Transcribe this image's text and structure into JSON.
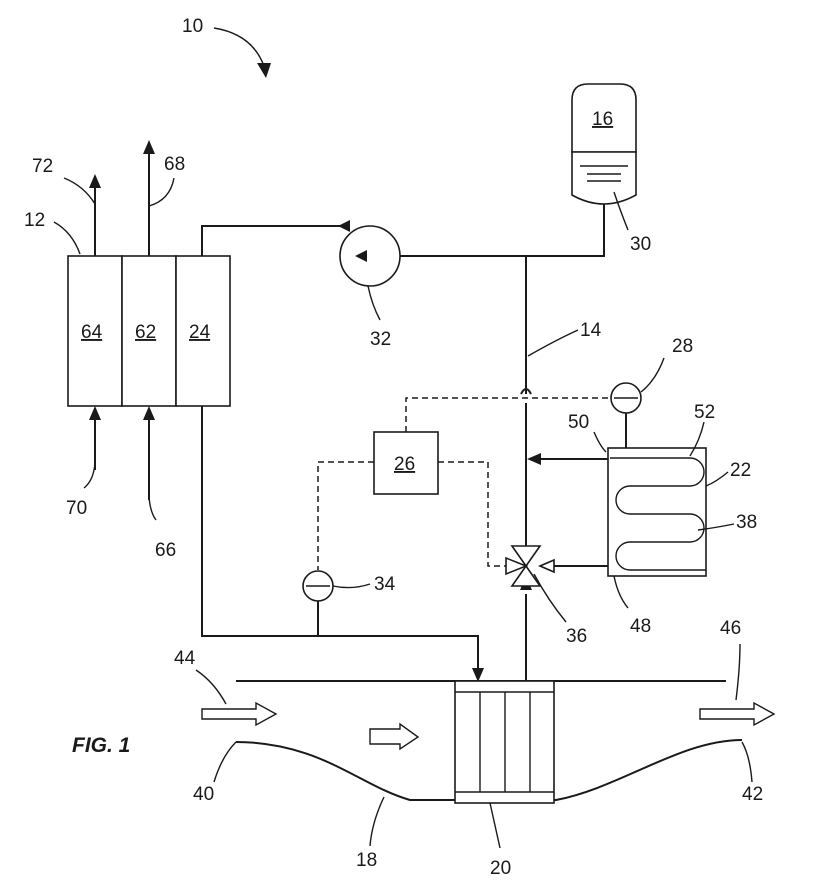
{
  "figure_label": "FIG. 1",
  "reference_numerals": {
    "system": "10",
    "fuel_cell": "12",
    "coolant_line": "14",
    "reservoir": "16",
    "duct": "18",
    "heater_core": "20",
    "heat_exchanger": "22",
    "stack_section": "24",
    "controller": "26",
    "sensor_top": "28",
    "liquid_level": "30",
    "pump": "32",
    "sensor_bottom": "34",
    "valve": "36",
    "coil": "38",
    "duct_inlet": "40",
    "duct_outlet": "42",
    "air_in": "44",
    "air_out": "46",
    "hx_outlet": "48",
    "hx_inlet": "50",
    "hx_top": "52",
    "stack_mid": "62",
    "stack_left": "64",
    "inlet_mid": "66",
    "outlet_mid": "68",
    "inlet_left": "70",
    "outlet_left": "72"
  }
}
